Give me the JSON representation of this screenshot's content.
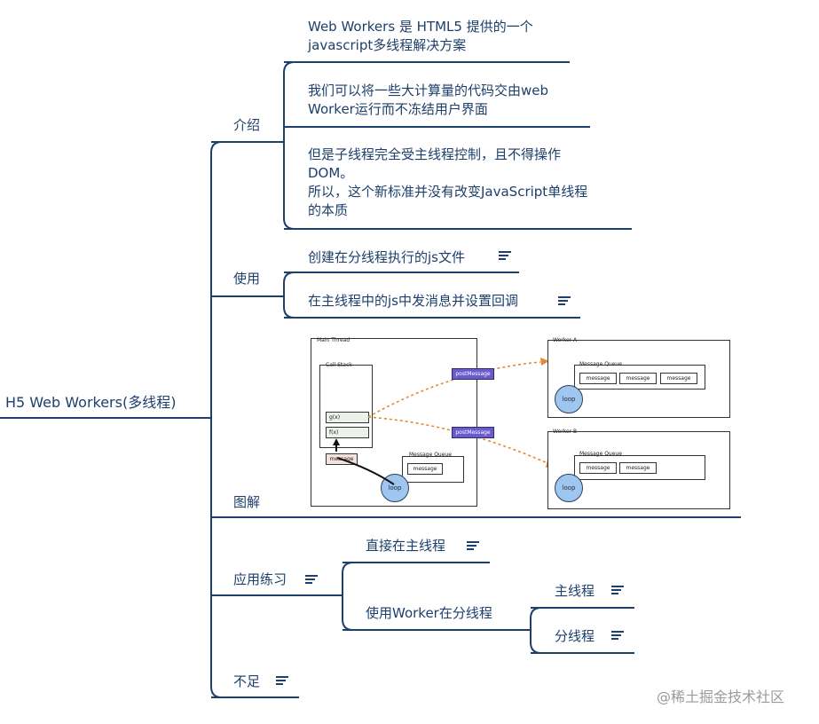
{
  "mindmap": {
    "root": "H5 Web Workers(多线程)",
    "branches": {
      "intro": {
        "label": "介绍",
        "children": [
          "Web Workers 是 HTML5 提供的一个\njavascript多线程解决方案",
          "我们可以将一些大计算量的代码交由web\nWorker运行而不冻结用户界面",
          "但是子线程完全受主线程控制，且不得操作\nDOM。\n所以，这个新标准并没有改变JavaScript单线程\n的本质"
        ]
      },
      "usage": {
        "label": "使用",
        "children": [
          "创建在分线程执行的js文件",
          "在主线程中的js中发消息并设置回调"
        ]
      },
      "diagram": {
        "label": "图解",
        "figure": {
          "main_thread": "Main Thread",
          "call_stack": "Call Stack",
          "gx": "g(x)",
          "fx": "f(x)",
          "message": "message",
          "message_queue": "Message Queue",
          "loop": "loop",
          "post_message": "postMessage",
          "worker_a": "Worker A",
          "worker_b": "Worker B"
        }
      },
      "practice": {
        "label": "应用练习",
        "children": {
          "direct": "直接在主线程",
          "worker": "使用Worker在分线程",
          "worker_children": [
            "主线程",
            "分线程"
          ]
        }
      },
      "shortcoming": {
        "label": "不足"
      }
    }
  },
  "watermark": "@稀土掘金技术社区",
  "colors": {
    "line": "#1d3f6b",
    "text": "#1d3f6b",
    "arrow": "#e08a3a",
    "post_message": "#6a5acd",
    "loop": "#9fc6ee"
  },
  "icons": {
    "note": "note-lines-icon"
  }
}
